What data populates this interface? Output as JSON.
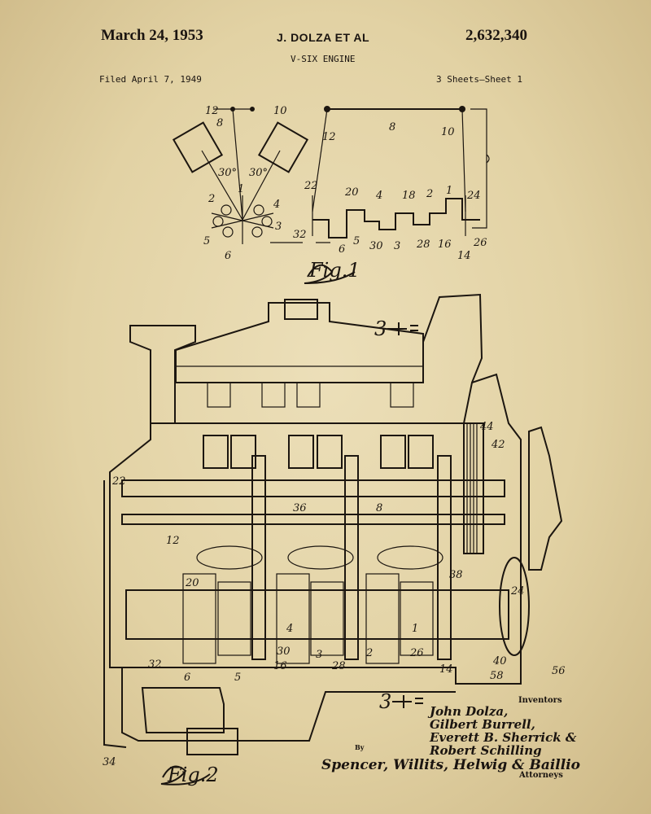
{
  "header": {
    "date": "March 24, 1953",
    "inventor": "J. DOLZA ET AL",
    "patent_number": "2,632,340",
    "title": "V-SIX ENGINE",
    "filed": "Filed April 7, 1949",
    "sheets": "3 Sheets–Sheet 1"
  },
  "figures": {
    "fig1": "Fig.1",
    "fig2": "Fig.2",
    "section_marker": "3"
  },
  "fig1_numerals": [
    "12",
    "8",
    "10",
    "30°",
    "30°",
    "2",
    "1",
    "4",
    "5",
    "3",
    "6",
    "12",
    "8",
    "10",
    "22",
    "20",
    "4",
    "18",
    "2",
    "1",
    "24",
    "32",
    "6",
    "5",
    "30",
    "3",
    "28",
    "16",
    "14",
    "26"
  ],
  "fig2_numerals": [
    "22",
    "12",
    "20",
    "36",
    "8",
    "44",
    "42",
    "34",
    "38",
    "24",
    "32",
    "6",
    "5",
    "30",
    "16",
    "28",
    "2",
    "26",
    "14",
    "40",
    "58",
    "56",
    "4",
    "3",
    "1"
  ],
  "signature_block": {
    "inventors_label": "Inventors",
    "names": [
      "John Dolza,",
      "Gilbert Burrell,",
      "Everett B. Sherrick &",
      "Robert Schilling"
    ],
    "by": "By",
    "attorneys_signature": "Spencer, Willits, Helwig & Baillio",
    "attorneys_label": "Attorneys"
  },
  "colors": {
    "paper": "#e6d8ab",
    "ink": "#1c1610"
  }
}
